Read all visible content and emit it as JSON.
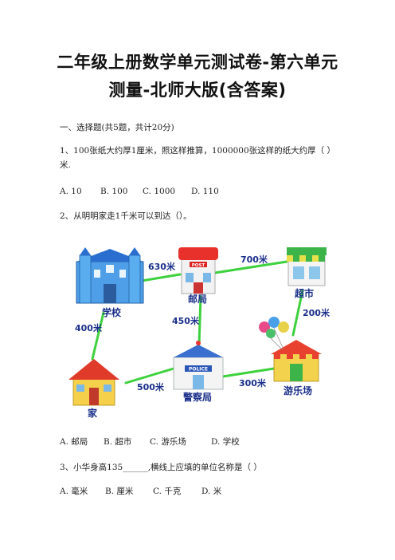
{
  "title": {
    "line1": "二年级上册数学单元测试卷-第六单元",
    "line2": "测量-北师大版(含答案)"
  },
  "section1": {
    "heading": "一、选择题(共5题，共计20分)"
  },
  "q1": {
    "text_line1": "1、100张纸大约厚1厘米，照这样推算，1000000张这样的纸大约厚（          ）",
    "text_line2": "米.",
    "options": [
      "A. 10",
      "B. 100",
      "C. 1000",
      "D. 110"
    ]
  },
  "q2": {
    "text": "2、从明明家走1千米可以到达（）。",
    "map": {
      "places": [
        "学校",
        "邮局",
        "超市",
        "家",
        "警察局",
        "游乐场"
      ],
      "distances": [
        "630米",
        "700米",
        "400米",
        "450米",
        "200米",
        "500米",
        "300米"
      ],
      "post_sign": "POST",
      "police_sign": "POLICE"
    },
    "options": [
      "A. 邮局",
      "B. 超市",
      "C. 游乐场",
      "D. 学校"
    ]
  },
  "q3": {
    "text": "3、小华身高135______,横线上应填的单位名称是（          ）",
    "options": [
      "A. 毫米",
      "B. 厘米",
      "C. 千克",
      "D. 米"
    ]
  }
}
